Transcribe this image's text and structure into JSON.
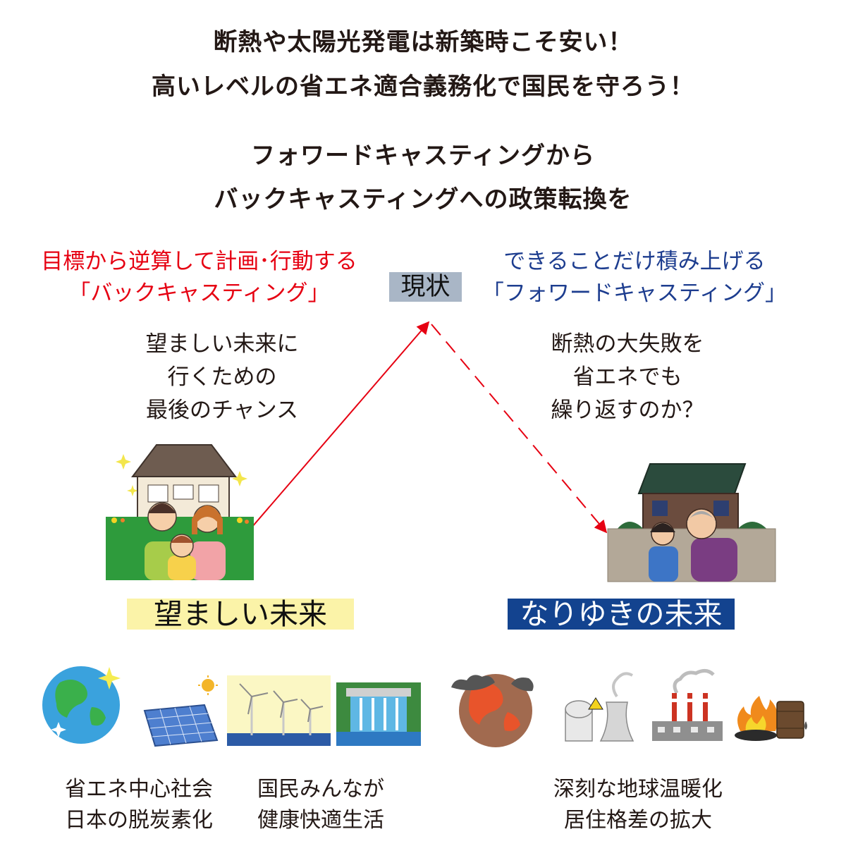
{
  "headline": {
    "line1": "断熱や太陽光発電は新築時こそ安い！",
    "line2": "高いレベルの省エネ適合義務化で国民を守ろう！"
  },
  "subheadline": {
    "line1": "フォワードキャスティングから",
    "line2": "バックキャスティングへの政策転換を"
  },
  "backcasting": {
    "line1": "目標から逆算して計画･行動する",
    "line2": "「バックキャスティング」",
    "color": "#e60012"
  },
  "forecasting": {
    "line1": "できることだけ積み上げる",
    "line2": "「フォワードキャスティング」",
    "color": "#1d3d8f"
  },
  "current_label": "現状",
  "left_desc": [
    "望ましい未来に",
    "行くための",
    "最後のチャンス"
  ],
  "right_desc": [
    "断熱の大失敗を",
    "省エネでも",
    "繰り返すのか？"
  ],
  "good_future_label": "望ましい未来",
  "bad_future_label": "なりゆきの未来",
  "good_captions": {
    "col1": [
      "省エネ中心社会",
      "日本の脱炭素化"
    ],
    "col2": [
      "国民みんなが",
      "健康快適生活"
    ]
  },
  "bad_captions": [
    "深刻な地球温暖化",
    "居住格差の拡大"
  ],
  "icons": {
    "good": [
      "happy-family-house-icon",
      "earth-icon",
      "solar-panel-icon",
      "wind-turbine-icon",
      "hydro-dam-icon"
    ],
    "bad": [
      "sad-family-old-house-icon",
      "burning-earth-icon",
      "nuclear-plant-icon",
      "factory-smoke-icon",
      "fire-oil-icon"
    ]
  },
  "colors": {
    "label_good_bg": "#fbf3a8",
    "label_bad_bg": "#13438f",
    "current_bg": "#a9b6c6",
    "arrow": "#e60012"
  }
}
